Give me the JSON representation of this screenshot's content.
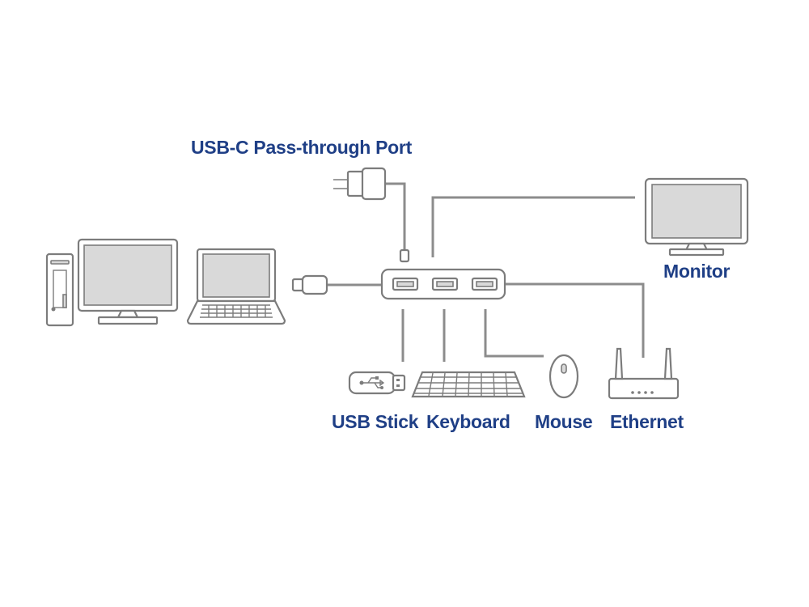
{
  "labels": {
    "passthrough": "USB-C Pass-through Port",
    "monitor": "Monitor",
    "usb_stick": "USB Stick",
    "keyboard": "Keyboard",
    "mouse": "Mouse",
    "ethernet": "Ethernet"
  },
  "colors": {
    "label_text": "#1f3f86",
    "line": "#8c8c8c",
    "device_outline": "#7c7c7c",
    "screen_fill": "#d9d9d9",
    "background": "#ffffff"
  },
  "icons": [
    "desktop-tower-icon",
    "desktop-monitor-icon",
    "laptop-icon",
    "usb-c-plug-icon",
    "power-adapter-icon",
    "usb-hub-icon",
    "monitor-icon",
    "usb-stick-icon",
    "keyboard-icon",
    "mouse-icon",
    "router-icon"
  ]
}
